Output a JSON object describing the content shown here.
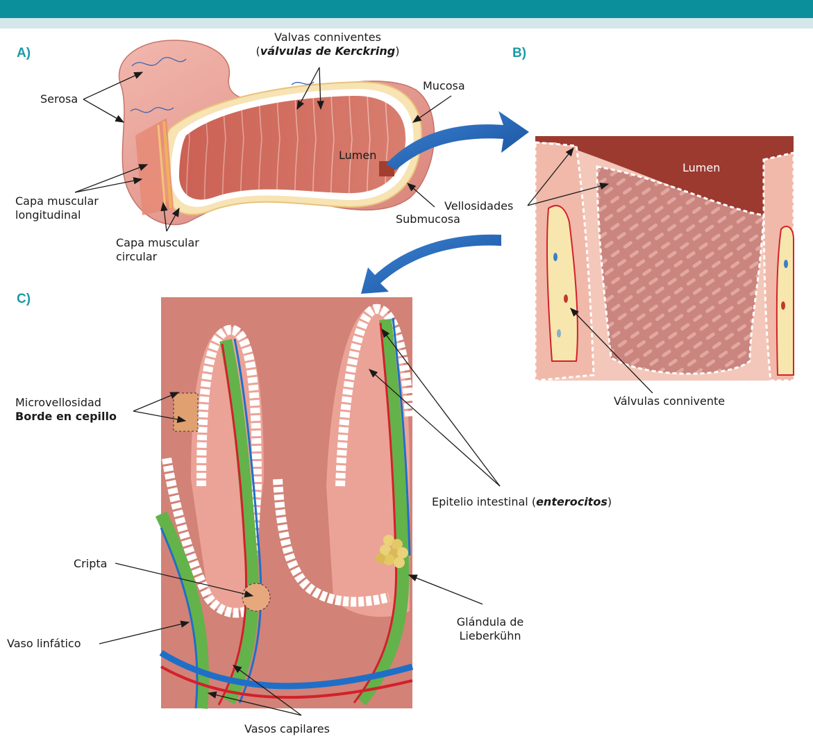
{
  "colors": {
    "header_teal": "#0b8f9a",
    "header_light": "#d4e7ea",
    "panel_letter": "#1b9aa4",
    "arrow_blue": "#1f64b3",
    "lumen_brown": "#9c3a30",
    "tissue_pink": "#e8a59b",
    "vessel_red": "#d3202b",
    "vessel_blue": "#1f6fc8",
    "vessel_green": "#64b24a"
  },
  "panels": {
    "a": "A)",
    "b": "B)",
    "c": "C)"
  },
  "labels": {
    "valvas_line1": "Valvas conniventes",
    "valvas_open": "(",
    "valvas_bold": "válvulas de Kerckring",
    "valvas_close": ")",
    "serosa": "Serosa",
    "mucosa": "Mucosa",
    "lumen_a": "Lumen",
    "capa_long_1": "Capa muscular",
    "capa_long_2": "longitudinal",
    "capa_circ_1": "Capa muscular",
    "capa_circ_2": "circular",
    "submucosa": "Submucosa",
    "vellosidades": "Vellosidades",
    "lumen_b": "Lumen",
    "valvulas_connivente": "Válvulas connivente",
    "microvellosidad": "Microvellosidad",
    "borde_cepillo": "Borde en cepillo",
    "epitelio_text": "Epitelio intestinal (",
    "epitelio_bold": "enterocitos",
    "epitelio_close": ")",
    "cripta": "Cripta",
    "glandula_1": "Glándula de",
    "glandula_2": "Lieberkühn",
    "vaso_linfatico": "Vaso linfático",
    "vasos_capilares": "Vasos capilares"
  }
}
